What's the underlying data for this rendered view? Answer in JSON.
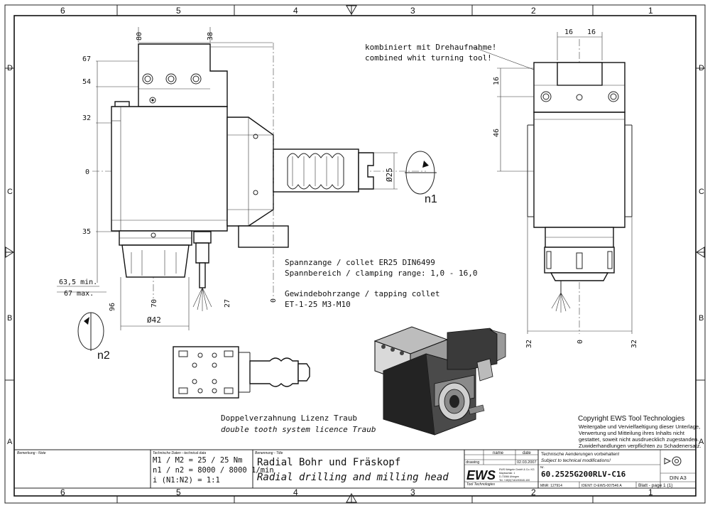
{
  "border": {
    "col_labels": [
      "6",
      "5",
      "4",
      "3",
      "2",
      "1"
    ],
    "row_labels": [
      "D",
      "C",
      "B",
      "A"
    ]
  },
  "dims_left": {
    "top_80": "80",
    "top_38": "38",
    "v_67": "67",
    "v_54": "54",
    "v_32": "32",
    "v_0": "0",
    "v_35": "35",
    "v_63": "63,5 min.",
    "v_67max": "67 max.",
    "b_96": "96",
    "b_70": "70",
    "b_27": "27",
    "b_0": "0",
    "phi42": "Ø42",
    "phi25": "Ø25",
    "n1": "n1",
    "n2": "n2"
  },
  "dims_right": {
    "top_16a": "16",
    "top_16b": "16",
    "v_16": "16",
    "v_46": "46",
    "b_32a": "32",
    "b_0": "0",
    "b_32b": "32"
  },
  "notes": {
    "combined_de": "kombiniert mit Drehaufnahme!",
    "combined_en": "combined whit turning tool!",
    "collet_line": "Spannzange / collet   ER25   DIN6499",
    "clamping_line": "Spannbereich / clamping range: 1,0 - 16,0",
    "tapping_line": "Gewindebohrzange / tapping collet",
    "tapping_model": "ET-1-25   M3-M10",
    "licence_de": "Doppelverzahnung Lizenz Traub",
    "licence_en": "double tooth system licence Traub"
  },
  "copyright": {
    "title": "Copyright EWS Tool Technologies",
    "l1": "Weitergabe und Vervielfaeltigung dieser Unterlage,",
    "l2": "Verwertung und Mitteilung ihres Inhalts nicht",
    "l3": "gestattet, soweit nicht ausdruecklich zugestanden.",
    "l4": "Zuwiderhandlungen verpflichten zu Schadenersatz."
  },
  "titleblock": {
    "remarks_label": "Bemerkung - Note",
    "tech_label": "Technische Daten - technical data",
    "m_line": "M1 / M2 = 25 / 25 Nm",
    "n_line": "n1 / n2 = 8000 / 8000   1/min",
    "i_line": "i  (N1:N2)  = 1:1",
    "name_label": "Benennung - Title",
    "title_de": "Radial Bohr und Fräskopf",
    "title_en": "Radial drilling and milling head",
    "col_name": "name",
    "col_date": "date",
    "row_drawing": "drawing",
    "drawing_date": "02.03.2007",
    "logo": "EWS",
    "logo_sub": "Tool Technologies",
    "company_l1": "EWS Weigele GmbH & Co. KG",
    "company_l2": "Maybachstr. 1",
    "company_l3": "D-73066 Uhingen",
    "company_l4": "Tel. +49(0)7161/93040-100",
    "change_de": "Technische Aenderungen vorbehalten!",
    "change_en": "Subject to technical modifications!",
    "nr_label": "Nr.",
    "part_number": "60.2525G200RLV-C16",
    "format": "DIN A3",
    "mnr": "MNR: 127914",
    "ident": "IDENT: D-EWS-007546 A",
    "sheet": "Blatt - page  1 (1)"
  }
}
